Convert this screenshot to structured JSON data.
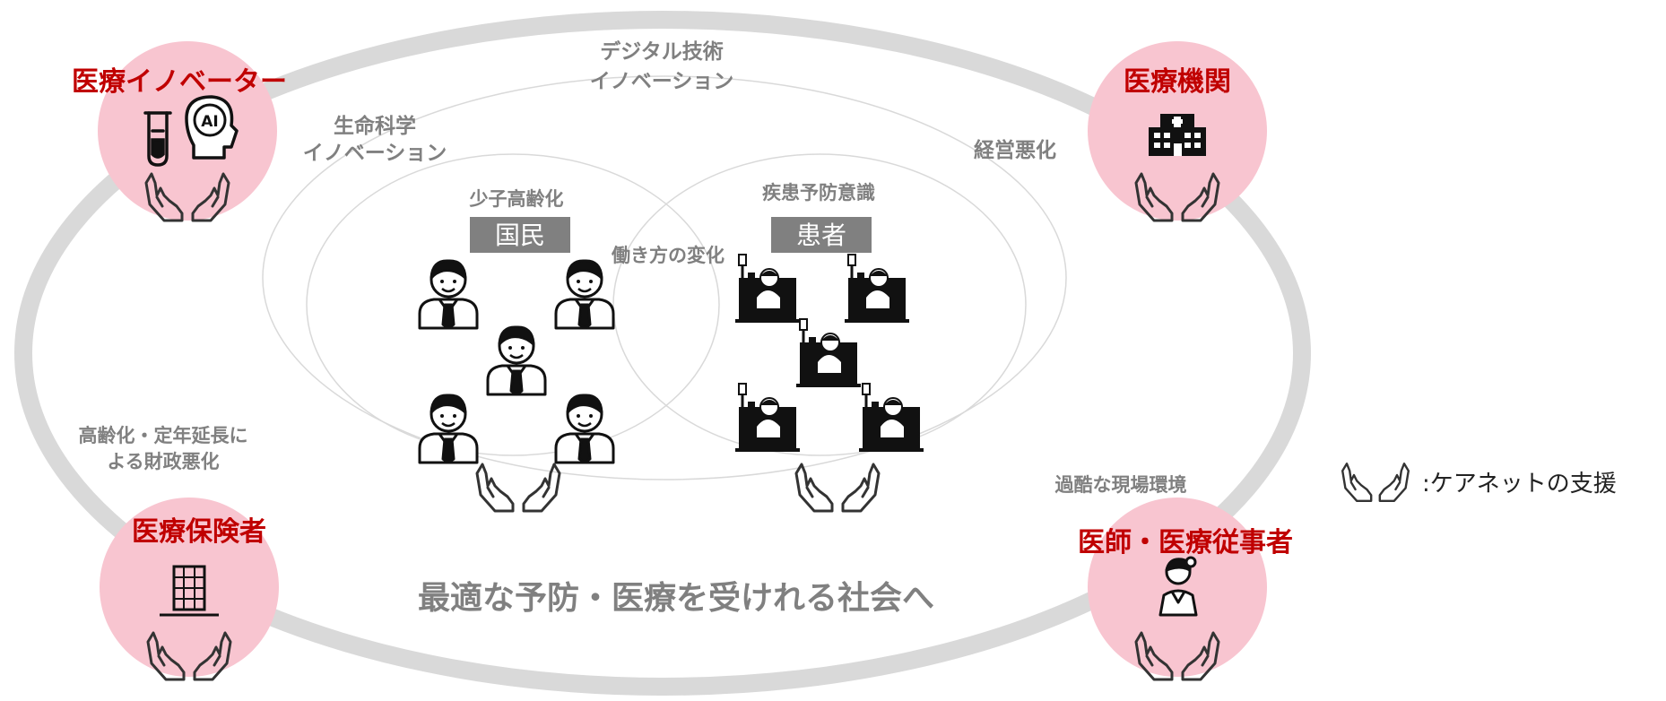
{
  "stakeholders": {
    "innovator": "医療イノベーター",
    "institution": "医療機関",
    "insurer": "医療保険者",
    "doctor": "医師・医療従事者"
  },
  "trends": {
    "digital": [
      "デジタル技術",
      "イノベーション"
    ],
    "life_science": [
      "生命科学",
      "イノベーション"
    ],
    "management": "経営悪化",
    "aging": "少子高齢化",
    "prevention": "疾患予防意識",
    "workstyle": "働き方の変化",
    "finance": [
      "高齢化・定年延長に",
      "よる財政悪化"
    ],
    "workplace": "過酷な現場環境"
  },
  "groups": {
    "citizens": "国民",
    "patients": "患者"
  },
  "goal": "最適な予防・医療を受けれる社会へ",
  "legend": ":ケアネットの支援",
  "colors": {
    "pink": "#f8c5d0",
    "red": "#c00000",
    "gray_text": "#808080",
    "gray_ring": "#d9d9d9",
    "box": "#808080"
  },
  "icons": {
    "innovator": [
      "test-tube-icon",
      "ai-head-icon"
    ],
    "institution": "hospital-icon",
    "insurer": "office-building-icon",
    "doctor": "doctor-icon",
    "citizen": "businessman-icon",
    "patient": "patient-bed-icon",
    "support": "caring-hands-icon"
  }
}
